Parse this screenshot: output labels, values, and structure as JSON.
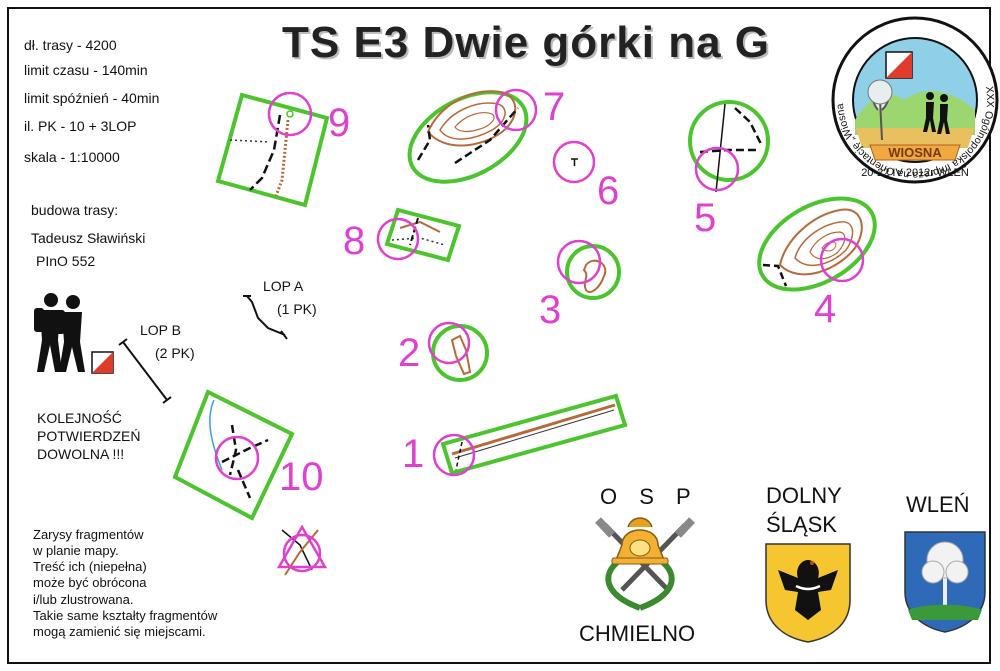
{
  "title": "TS E3   Dwie górki na G",
  "info": {
    "length": "dł. trasy - 4200",
    "time_limit": "limit czasu - 140min",
    "late_limit": "limit spóźnień - 40min",
    "controls": "il. PK - 10 + 3LOP",
    "scale": "skala - 1:10000"
  },
  "builder": {
    "heading": "budowa trasy:",
    "name": "Tadeusz Sławiński",
    "id": "PInO 552"
  },
  "lop_a": {
    "label": "LOP A",
    "count": "(1 PK)"
  },
  "lop_b": {
    "label": "LOP B",
    "count": "(2 PK)"
  },
  "order_note": [
    "KOLEJNOŚĆ",
    "POTWIERDZEŃ",
    "DOWOLNA !!!"
  ],
  "footnote": [
    "Zarysy fragmentów",
    "w planie mapy.",
    "Treść ich (niepełna)",
    "może być obrócona",
    "i/lub zlustrowana.",
    "Takie same kształty fragmentów",
    "mogą zamienić się miejscami."
  ],
  "control_numbers": [
    "1",
    "2",
    "3",
    "4",
    "5",
    "6",
    "7",
    "8",
    "9",
    "10"
  ],
  "badge": {
    "ring_text": "XXX Ogólnopolska Impreza na Orientację „Wiosna 2012”",
    "banner": "WIOSNA",
    "date": "20-22 IV 2012r WLEŃ"
  },
  "osp": {
    "top": "O S P",
    "bottom": "CHMIELNO"
  },
  "dolny_slask": {
    "line1": "DOLNY",
    "line2": "ŚLĄSK"
  },
  "wlen": {
    "label": "WLEŃ"
  },
  "colors": {
    "magenta": "#e040d0",
    "green": "#4cc42e",
    "brown": "#b8693a",
    "black": "#111111"
  }
}
